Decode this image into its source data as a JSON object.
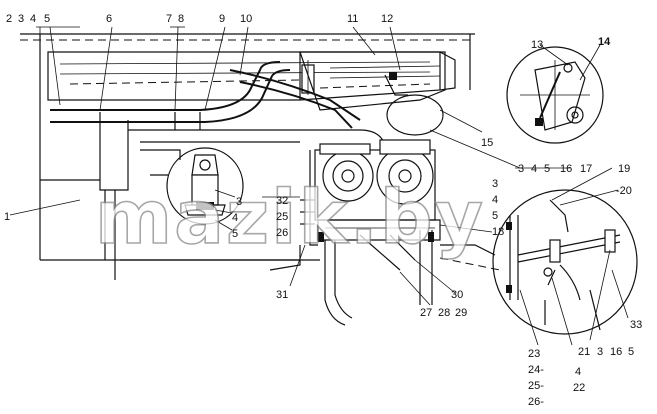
{
  "callouts": {
    "c1": "1",
    "c2": "2",
    "c3": "3",
    "c4": "4",
    "c5": "5",
    "c6": "6",
    "c7": "7",
    "c8": "8",
    "c9": "9",
    "c10": "10",
    "c11": "11",
    "c12": "12",
    "c13": "13",
    "c14": "14",
    "c15": "15",
    "r3a": "3",
    "r4a": "4",
    "r5a": "5",
    "r16a": "16",
    "r17": "17",
    "c19": "19",
    "c20": "-20",
    "m3": "3",
    "m4": "4",
    "m5": "5",
    "m18": "18",
    "l3": "3",
    "l4": "4",
    "l5": "5",
    "c32": "32",
    "c25a": "25",
    "c26a": "26",
    "c31": "31",
    "c30": "30",
    "c27": "27",
    "c28": "28",
    "c29": "29",
    "c21": "21",
    "b3": "3",
    "b16": "16",
    "b5": "5",
    "c33": "33",
    "c23": "23",
    "c24": "24-",
    "c25b": "25-",
    "c26b": "26-",
    "c4b": "4",
    "c22": "22"
  },
  "watermark": "mazik.by"
}
